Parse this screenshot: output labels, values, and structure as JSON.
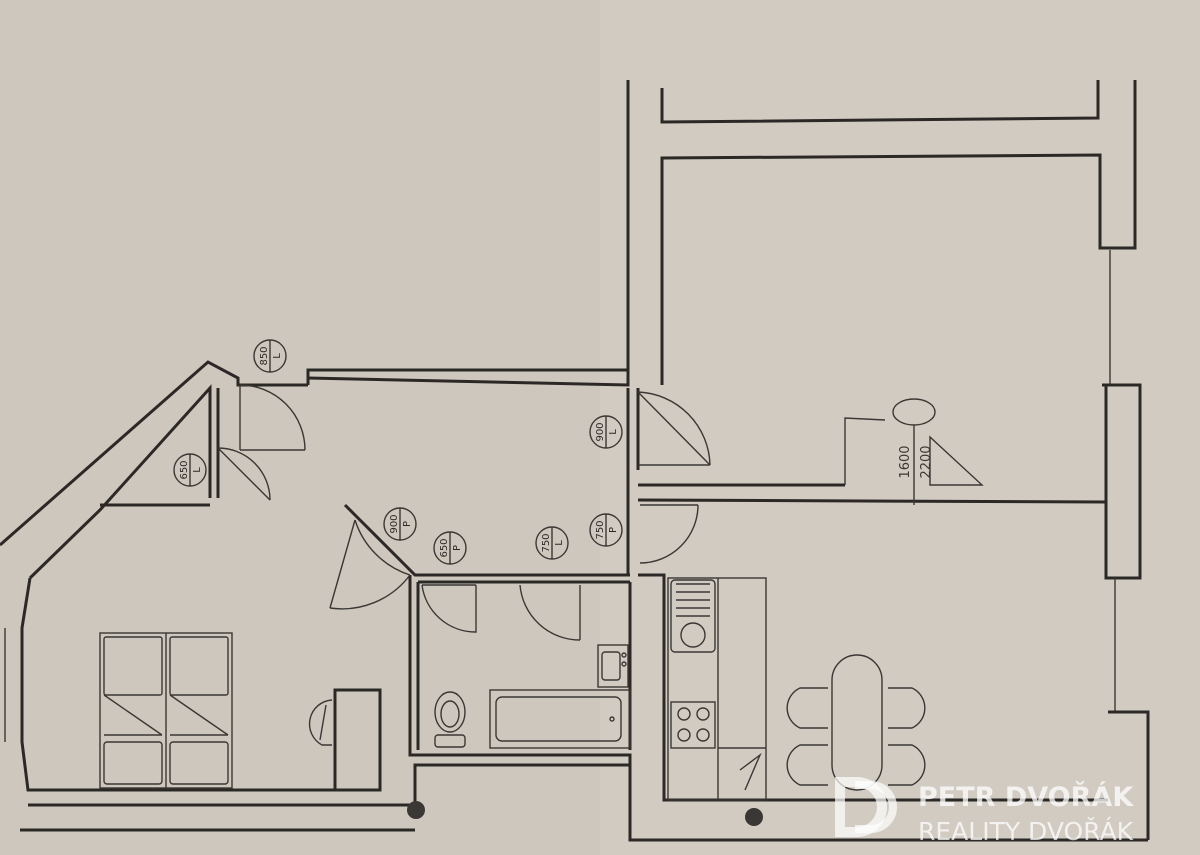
{
  "door_labels": [
    {
      "width": "850",
      "side": "L"
    },
    {
      "width": "650",
      "side": "L"
    },
    {
      "width": "900",
      "side": "L"
    },
    {
      "width": "900",
      "side": "P"
    },
    {
      "width": "650",
      "side": "P"
    },
    {
      "width": "750",
      "side": "L"
    },
    {
      "width": "750",
      "side": "P"
    }
  ],
  "dimensions": {
    "primary": "1600",
    "secondary": "2200"
  },
  "watermark": {
    "name": "PETR DVOŘÁK",
    "company": "REALITY DVOŘÁK"
  },
  "colors": {
    "paper": "#cdc7bd",
    "ink": "#2b2826",
    "watermark": "#ffffff"
  }
}
